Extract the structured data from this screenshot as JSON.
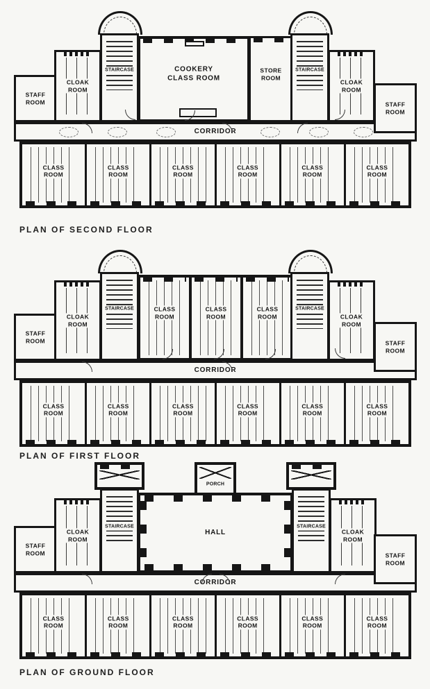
{
  "document": {
    "type": "architectural-floor-plans",
    "paper_color": "#f7f7f4",
    "ink_color": "#161616"
  },
  "floors": [
    {
      "caption": "PLAN OF SECOND FLOOR",
      "rooms": {
        "staff_left": "STAFF\nROOM",
        "cloak_left": "CLOAK\nROOM",
        "stair_left": "STAIRCASE",
        "cookery": "COOKERY\nCLASS ROOM",
        "store": "STORE\nROOM",
        "stair_right": "STAIRCASE",
        "cloak_right": "CLOAK\nROOM",
        "staff_right": "STAFF\nROOM",
        "corridor": "CORRIDOR"
      },
      "classrooms": [
        "CLASS\nROOM",
        "CLASS\nROOM",
        "CLASS\nROOM",
        "CLASS\nROOM",
        "CLASS\nROOM",
        "CLASS\nROOM"
      ]
    },
    {
      "caption": "PLAN OF FIRST FLOOR",
      "rooms": {
        "staff_left": "STAFF\nROOM",
        "cloak_left": "CLOAK\nROOM",
        "stair_left": "STAIRCASE",
        "stair_right": "STAIRCASE",
        "cloak_right": "CLOAK\nROOM",
        "staff_right": "STAFF\nROOM",
        "corridor": "CORRIDOR"
      },
      "top_classrooms": [
        "CLASS\nROOM",
        "CLASS\nROOM",
        "CLASS\nROOM"
      ],
      "classrooms": [
        "CLASS\nROOM",
        "CLASS\nROOM",
        "CLASS\nROOM",
        "CLASS\nROOM",
        "CLASS\nROOM",
        "CLASS\nROOM"
      ]
    },
    {
      "caption": "PLAN OF GROUND FLOOR",
      "rooms": {
        "staff_left": "STAFF\nROOM",
        "cloak_left": "CLOAK\nROOM",
        "stair_left": "STAIRCASE",
        "hall": "HALL",
        "porch": "PORCH",
        "stair_right": "STAIRCASE",
        "cloak_right": "CLOAK\nROOM",
        "staff_right": "STAFF\nROOM",
        "corridor": "CORRIDOR"
      },
      "classrooms": [
        "CLASS\nROOM",
        "CLASS\nROOM",
        "CLASS\nROOM",
        "CLASS\nROOM",
        "CLASS\nROOM",
        "CLASS\nROOM"
      ]
    }
  ]
}
